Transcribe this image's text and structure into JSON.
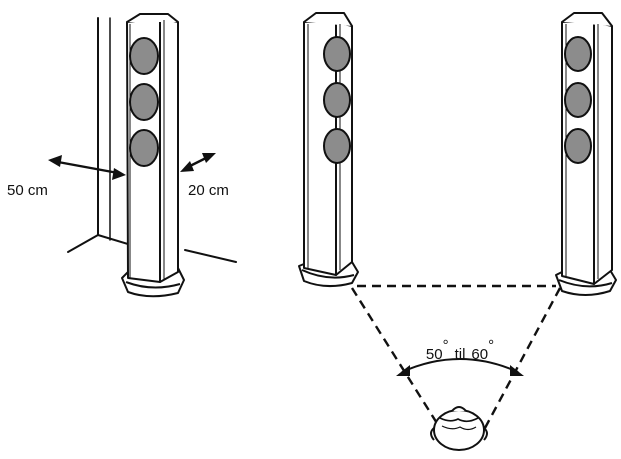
{
  "labels": {
    "wall_distance": "50 cm",
    "side_distance": "20 cm",
    "angle_from": "50",
    "angle_word": "til",
    "angle_to": "60",
    "degree_symbol": "°"
  },
  "colors": {
    "line": "#111111",
    "driver_fill": "#8c8c8c",
    "background": "#ffffff"
  }
}
